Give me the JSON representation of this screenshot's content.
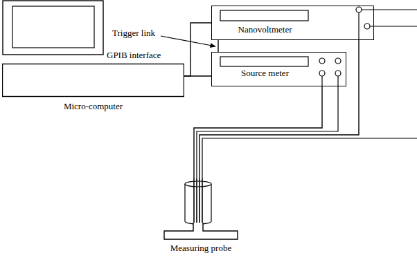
{
  "diagram": {
    "nodes": [
      {
        "text": [
          "Micro-computer"
        ]
      },
      {
        "text": [
          "Nanovoltmeter"
        ]
      },
      {
        "text": [
          "Source meter"
        ]
      },
      {
        "text": [
          "Measuring probe"
        ]
      }
    ],
    "edges": [
      {
        "from": 0,
        "to": 2,
        "arrow": "none",
        "label": "GPIB interface"
      },
      {
        "from": 0,
        "to": 1,
        "arrow": "none"
      },
      {
        "from": 1,
        "to": 2,
        "arrow": "none"
      },
      {
        "from": 3,
        "to": 1,
        "arrow": "none"
      },
      {
        "from": 3,
        "to": 2,
        "arrow": "none"
      }
    ],
    "labels": [
      "Trigger link"
    ]
  }
}
